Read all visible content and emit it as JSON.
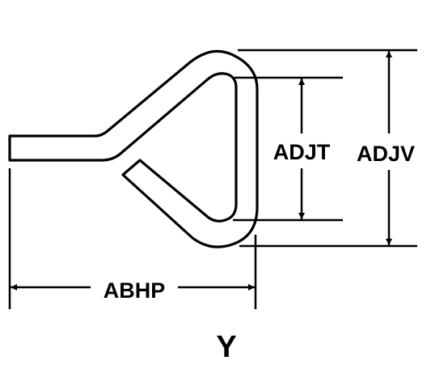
{
  "dimensions": {
    "inner_height": "ADJT",
    "outer_height": "ADJV",
    "horizontal_length": "ABHP"
  },
  "view_label": "Y"
}
